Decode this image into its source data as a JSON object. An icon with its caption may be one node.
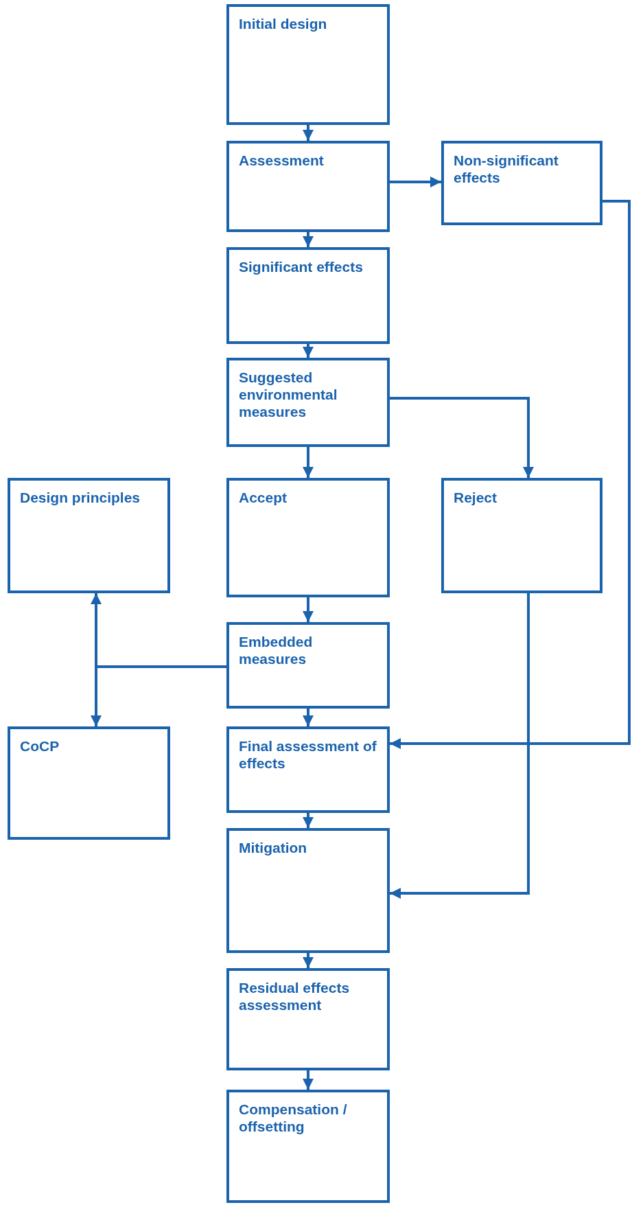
{
  "diagram": {
    "nodes": [
      {
        "text": [
          "Initial design"
        ]
      },
      {
        "text": [
          "Assessment"
        ]
      },
      {
        "text": [
          "Non-significant effects"
        ]
      },
      {
        "text": [
          "Significant effects"
        ]
      },
      {
        "text": [
          "Suggested environmental measures"
        ]
      },
      {
        "text": [
          "Accept"
        ]
      },
      {
        "text": [
          "Reject"
        ]
      },
      {
        "text": [
          "Design principles"
        ]
      },
      {
        "text": [
          "Embedded measures"
        ]
      },
      {
        "text": [
          "CoCP"
        ]
      },
      {
        "text": [
          "Final assessment of effects"
        ]
      },
      {
        "text": [
          "Mitigation"
        ]
      },
      {
        "text": [
          "Residual effects assessment"
        ]
      },
      {
        "text": [
          "Compensation / offsetting"
        ]
      }
    ],
    "edges": [
      {
        "from": 0,
        "to": 1,
        "arrow": "to"
      },
      {
        "from": 1,
        "to": 2,
        "arrow": "to"
      },
      {
        "from": 1,
        "to": 3,
        "arrow": "to"
      },
      {
        "from": 3,
        "to": 4,
        "arrow": "to"
      },
      {
        "from": 4,
        "to": 6,
        "arrow": "to"
      },
      {
        "from": 4,
        "to": 5,
        "arrow": "to"
      },
      {
        "from": 5,
        "to": 8,
        "arrow": "to"
      },
      {
        "from": 8,
        "to": 7,
        "arrow": "to"
      },
      {
        "from": 8,
        "to": 9,
        "arrow": "to"
      },
      {
        "from": 8,
        "to": 10,
        "arrow": "to"
      },
      {
        "from": 2,
        "to": 10,
        "arrow": "to"
      },
      {
        "from": 10,
        "to": 11,
        "arrow": "to"
      },
      {
        "from": 6,
        "to": 11,
        "arrow": "to"
      },
      {
        "from": 11,
        "to": 12,
        "arrow": "to"
      },
      {
        "from": 12,
        "to": 13,
        "arrow": "to"
      }
    ]
  }
}
